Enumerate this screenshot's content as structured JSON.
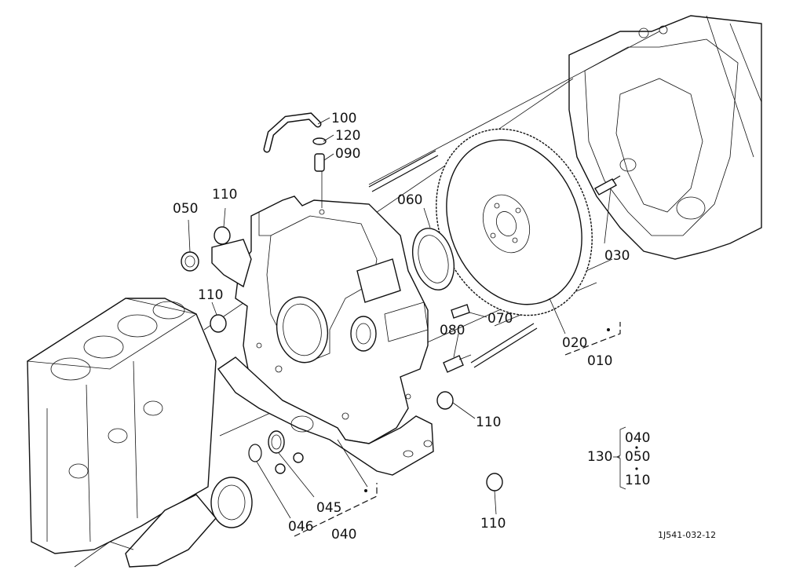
{
  "labels": {
    "p100": "100",
    "p120": "120",
    "p090": "090",
    "p050": "050",
    "p110a": "110",
    "p110b": "110",
    "p110c": "110",
    "p110d": "110",
    "p060": "060",
    "p030": "030",
    "p070": "070",
    "p080": "080",
    "p020": "020",
    "p010": "010",
    "p045": "045",
    "p046": "046",
    "p040": "040"
  },
  "kit": {
    "number": "130",
    "items": [
      "040",
      "050",
      "110"
    ]
  },
  "figure_code": "1J541-032-12"
}
